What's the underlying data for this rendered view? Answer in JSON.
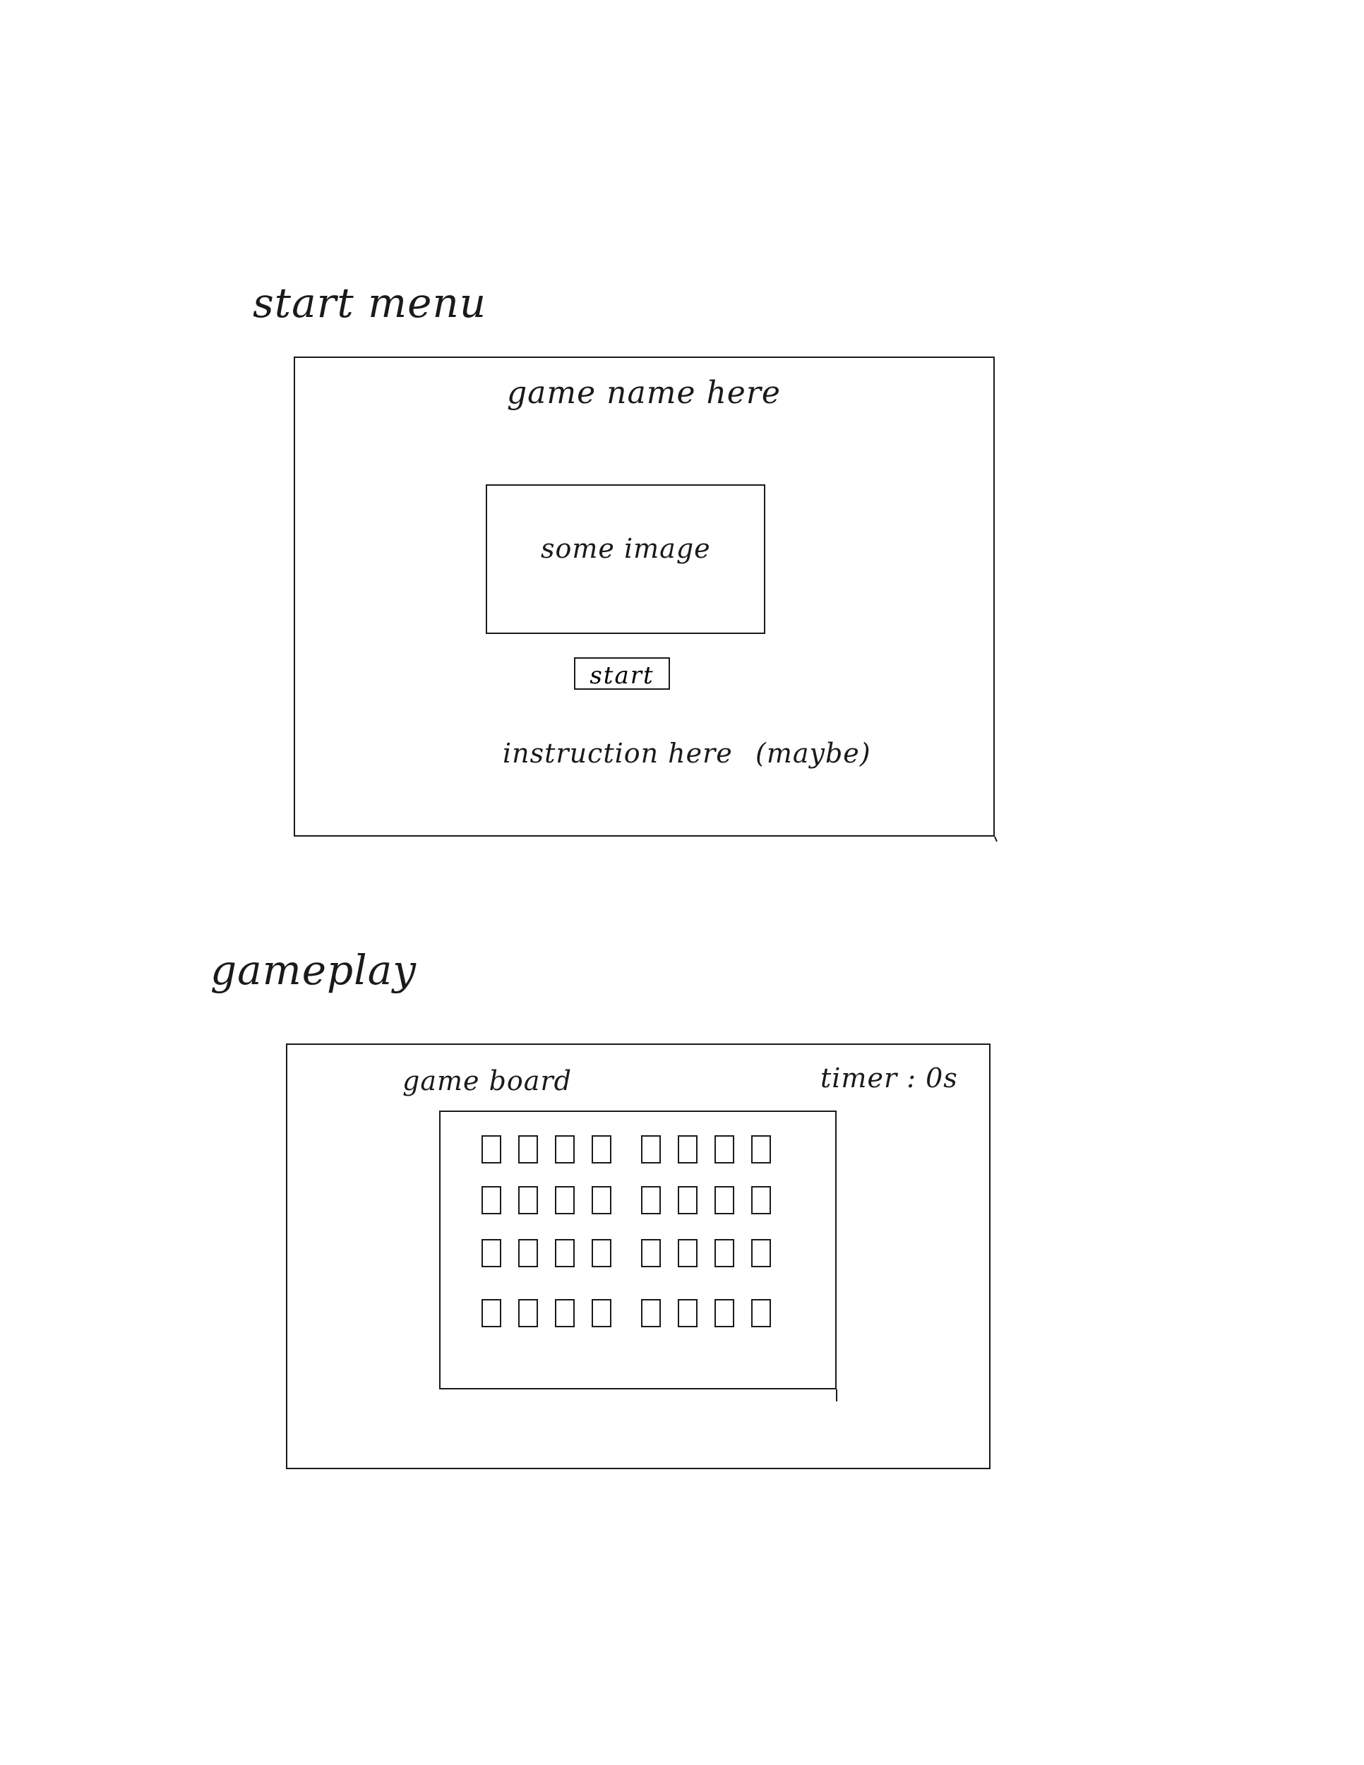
{
  "start_menu": {
    "section_title": "start menu",
    "game_name": "game name here",
    "image_placeholder": "some image",
    "start_button": "start",
    "instructions": "instruction here",
    "instructions_note": "(maybe)"
  },
  "gameplay": {
    "section_title": "gameplay",
    "board_label": "game board",
    "timer": "timer : 0s",
    "card_grid": {
      "rows": 4,
      "groups_per_row": 2,
      "cards_per_group": 4
    }
  }
}
